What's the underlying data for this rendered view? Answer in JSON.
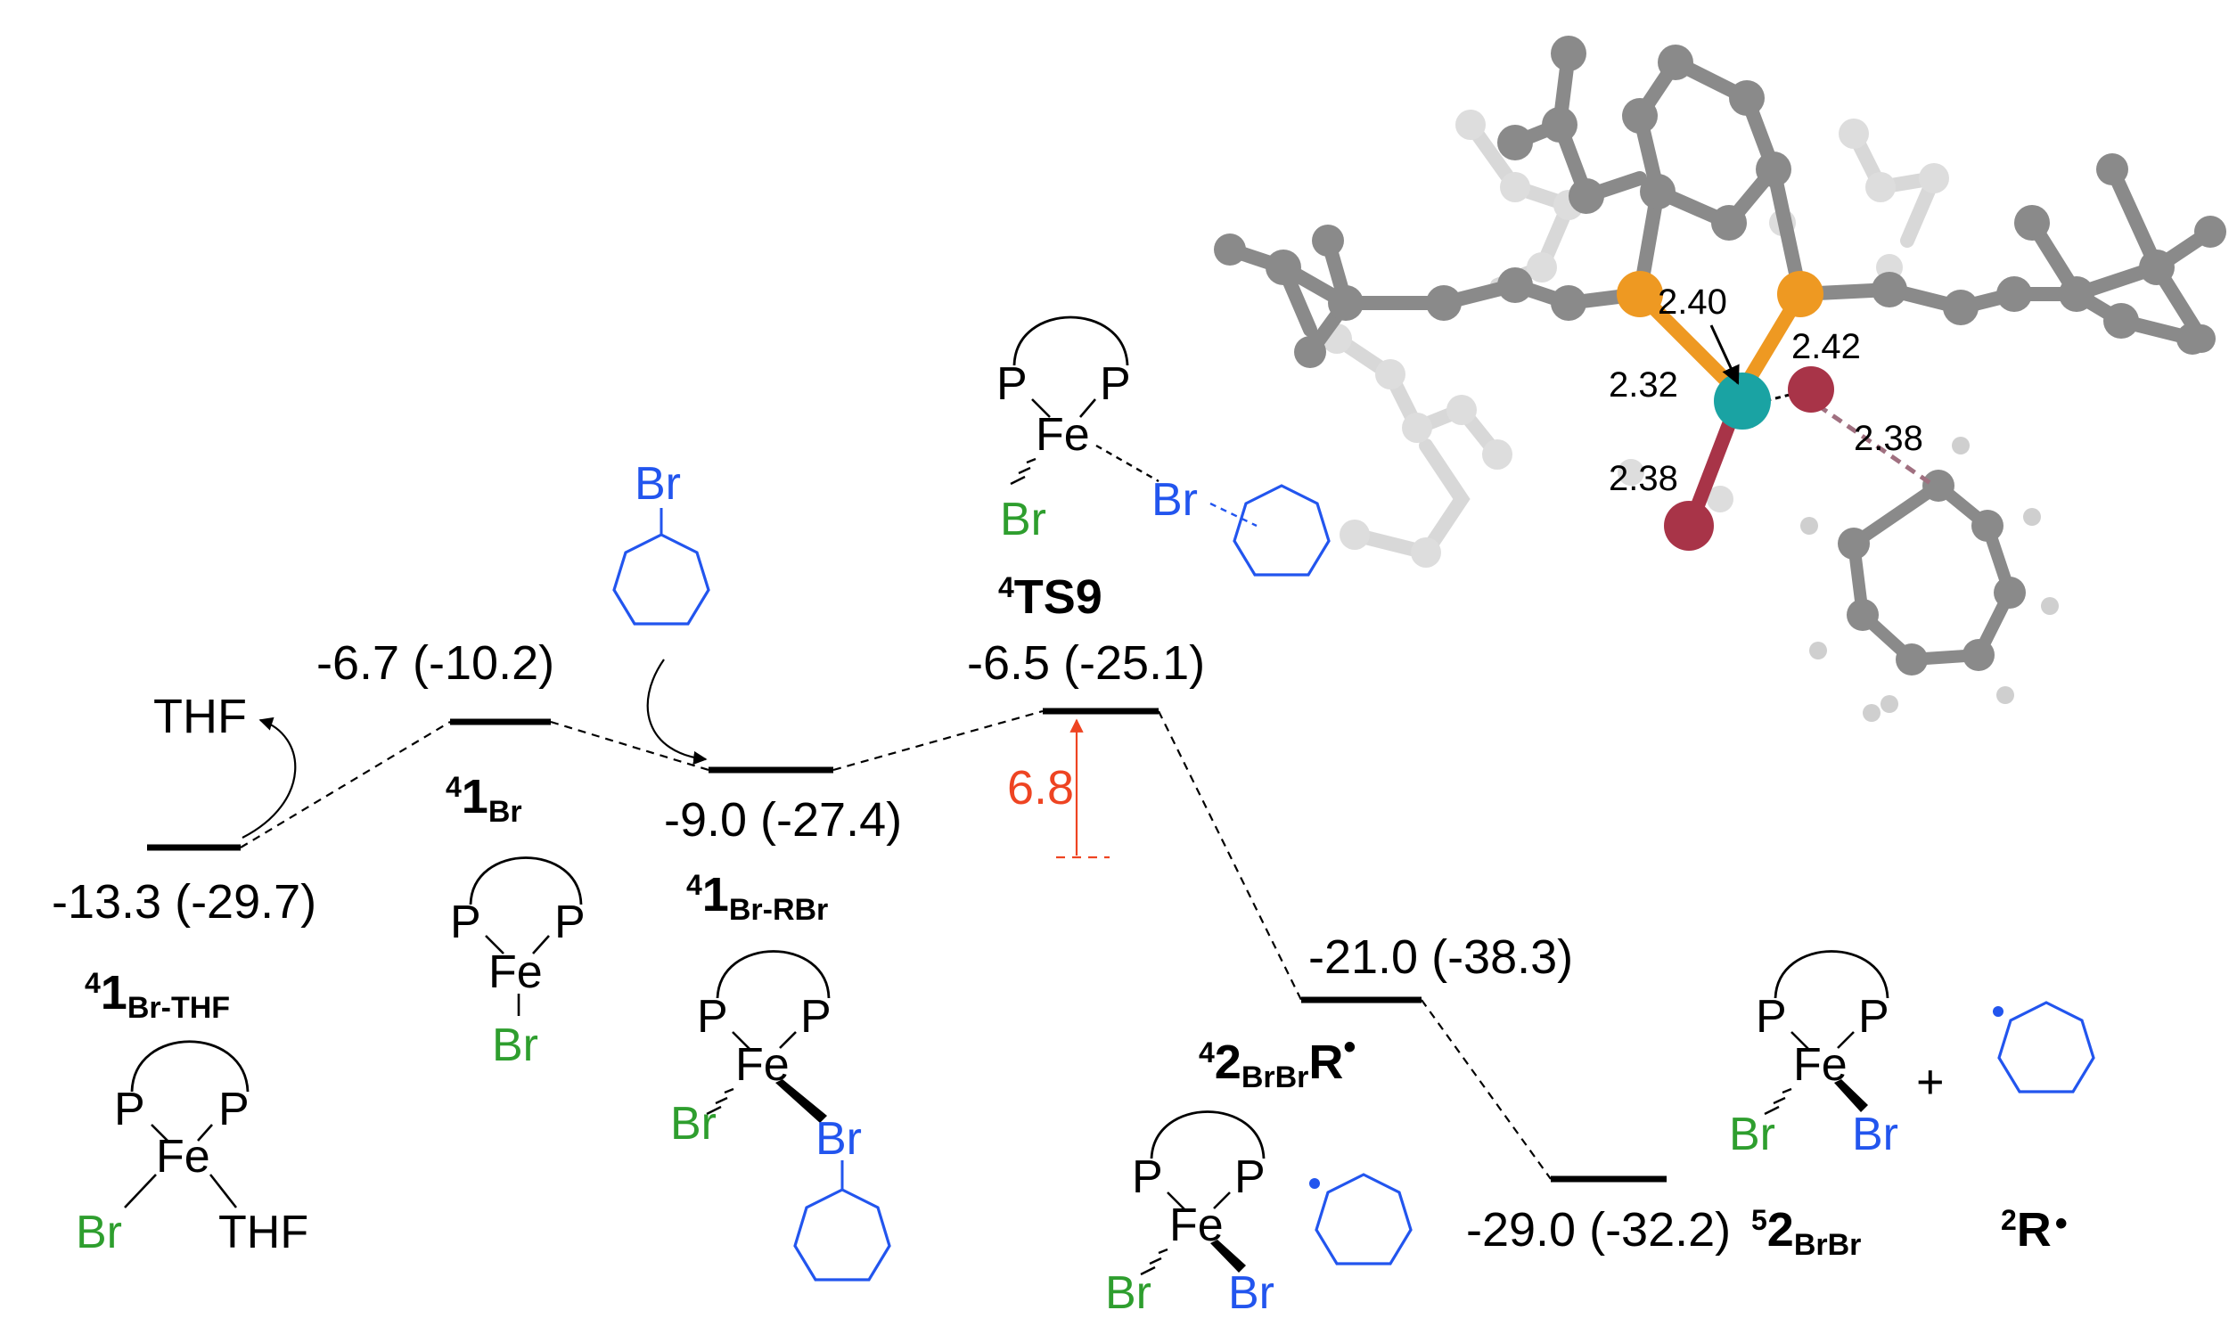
{
  "colors": {
    "black": "#000000",
    "green": "#2e9e2e",
    "blue": "#2255ee",
    "red": "#ee4422",
    "iron": "#1aa3a3",
    "phosphorus": "#ee9922",
    "bromine": "#a83448",
    "carbon": "#8a8a8a"
  },
  "atoms": {
    "P": "P",
    "Fe": "Fe",
    "Br": "Br",
    "THF": "THF",
    "plus": "+"
  },
  "species": [
    {
      "id": "1-br-thf",
      "sup": "4",
      "main": "1",
      "sub": "Br-THF",
      "energy": "-13.3 (-29.7)"
    },
    {
      "id": "1-br",
      "sup": "4",
      "main": "1",
      "sub": "Br",
      "energy": "-6.7 (-10.2)"
    },
    {
      "id": "1-br-rbr",
      "sup": "4",
      "main": "1",
      "sub": "Br-RBr",
      "energy": "-9.0 (-27.4)"
    },
    {
      "id": "ts9",
      "sup": "4",
      "main": "TS9",
      "sub": "",
      "energy": "-6.5 (-25.1)"
    },
    {
      "id": "2-brbr-r",
      "sup": "4",
      "main": "2",
      "sub": "BrBr",
      "suffix": "R",
      "energy": "-21.0 (-38.3)"
    },
    {
      "id": "2-brbr",
      "sup": "5",
      "main": "2",
      "sub": "BrBr",
      "energy": "-29.0 (-32.2)"
    },
    {
      "id": "r-radical",
      "sup": "2",
      "main": "R",
      "sub": ""
    }
  ],
  "barrier": "6.8",
  "distances": [
    "2.40",
    "2.42",
    "2.32",
    "2.38",
    "2.38"
  ]
}
